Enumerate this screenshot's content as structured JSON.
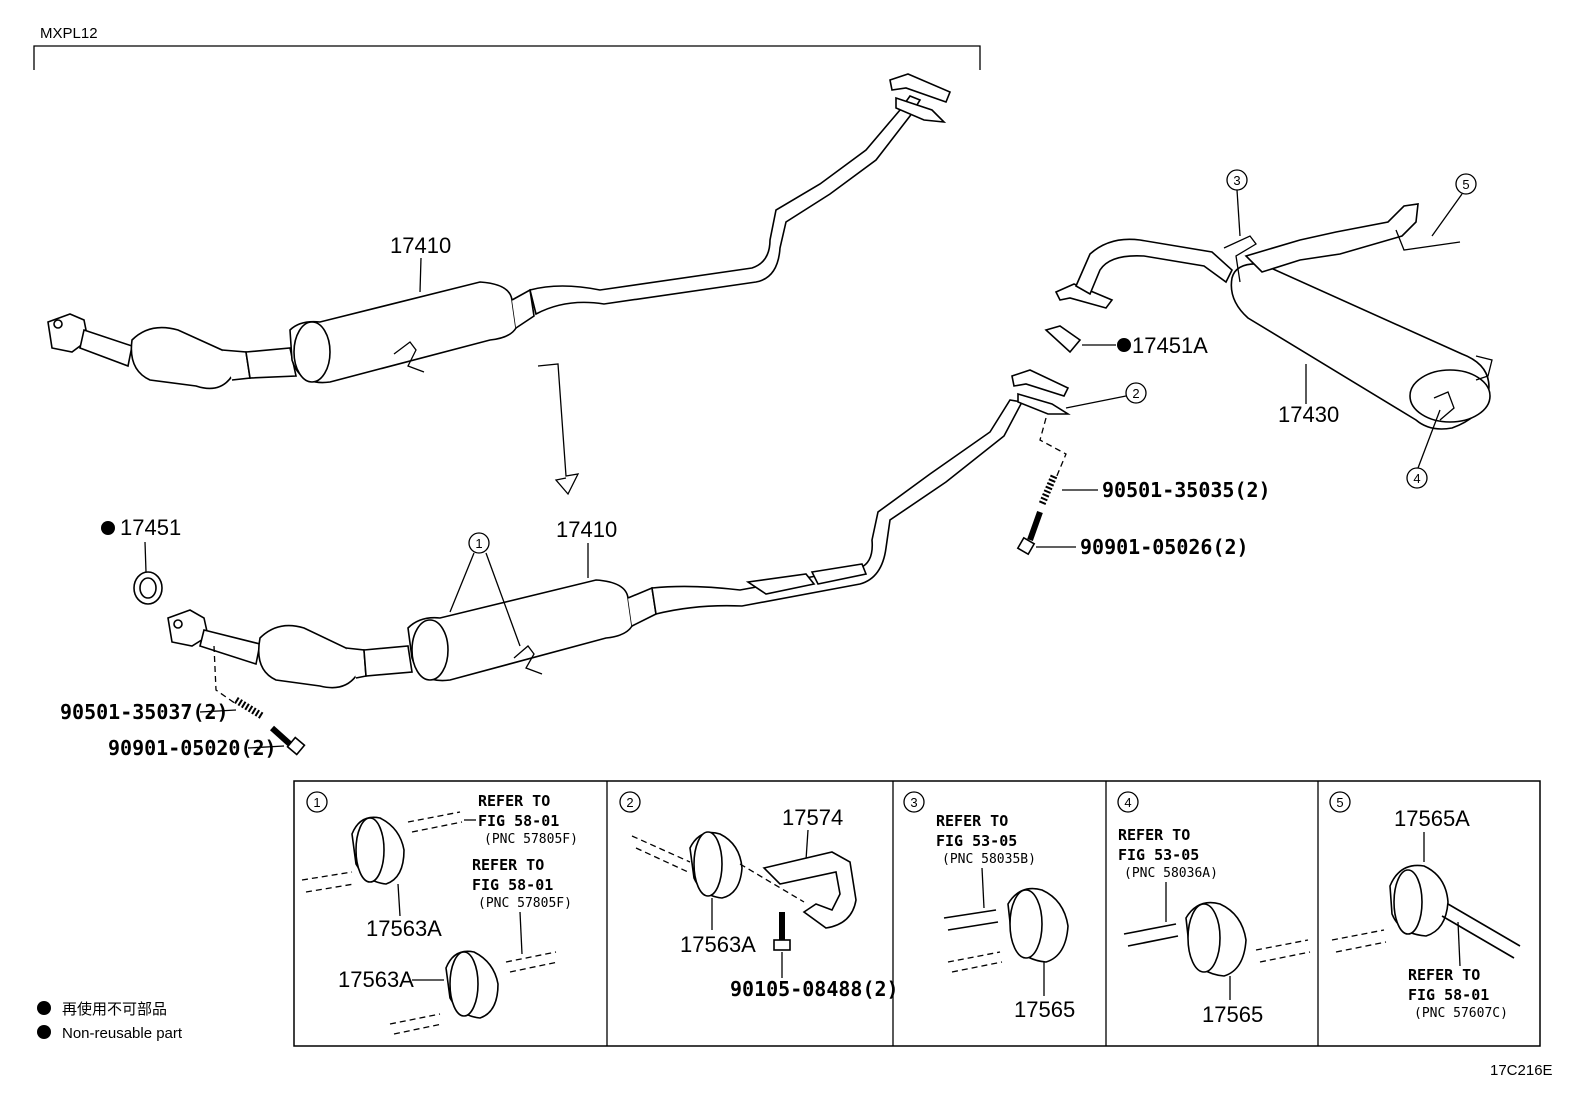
{
  "model_code": "MXPL12",
  "figure_code": "17C216E",
  "parts": {
    "front_pipe_top": "17410",
    "front_pipe_main": "17410",
    "gasket_front": "17451",
    "gasket_rear": "17451A",
    "tail_pipe": "17430",
    "spring_rear": "90501-35035(2)",
    "bolt_rear": "90901-05026(2)",
    "spring_front": "90501-35037(2)",
    "bolt_front": "90901-05020(2)"
  },
  "callouts": [
    "1",
    "2",
    "3",
    "4",
    "5"
  ],
  "details": [
    {
      "num": "1",
      "ref1": "REFER TO",
      "fig1": "FIG 58-01",
      "pnc1": "(PNC 57805F)",
      "ref2": "REFER TO",
      "fig2": "FIG 58-01",
      "pnc2": "(PNC 57805F)",
      "part_a": "17563A",
      "part_b": "17563A"
    },
    {
      "num": "2",
      "part_a": "17574",
      "part_b": "17563A",
      "part_c": "90105-08488(2)"
    },
    {
      "num": "3",
      "ref": "REFER TO",
      "fig": "FIG 53-05",
      "pnc": "(PNC 58035B)",
      "part": "17565"
    },
    {
      "num": "4",
      "ref": "REFER TO",
      "fig": "FIG 53-05",
      "pnc": "(PNC 58036A)",
      "part": "17565"
    },
    {
      "num": "5",
      "part": "17565A",
      "ref": "REFER TO",
      "fig": "FIG 58-01",
      "pnc": "(PNC 57607C)"
    }
  ],
  "legend": {
    "jp": "再使用不可部品",
    "en": "Non-reusable part"
  }
}
